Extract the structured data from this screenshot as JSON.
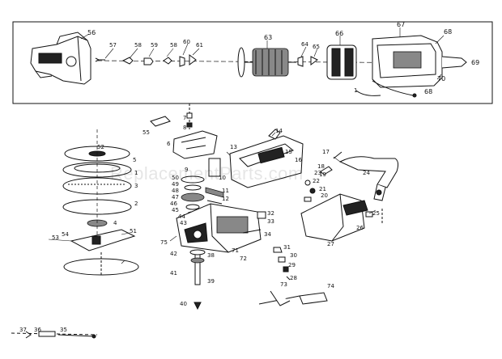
{
  "watermark": "ReplacementParts.com",
  "callouts": {
    "top": [
      "56",
      "57",
      "58",
      "59",
      "58",
      "60",
      "61",
      "63",
      "64",
      "65",
      "66",
      "67",
      "68",
      "68",
      "69",
      "70"
    ],
    "left": [
      "52",
      "5",
      "1",
      "2",
      "3",
      "4",
      "50",
      "49",
      "48",
      "47",
      "46",
      "45",
      "44",
      "43",
      "53",
      "54",
      "55",
      "51",
      "75",
      "42",
      "41",
      "40",
      "39",
      "38",
      "6",
      "7",
      "8",
      "9",
      "10",
      "11",
      "12",
      "13",
      "71",
      "72",
      "73"
    ],
    "right": [
      "14",
      "15",
      "16",
      "17",
      "18",
      "19",
      "20",
      "21",
      "22",
      "23",
      "24",
      "25",
      "26",
      "27",
      "28",
      "29",
      "30",
      "31",
      "32",
      "33",
      "34",
      "35",
      "36",
      "37",
      "74"
    ]
  }
}
